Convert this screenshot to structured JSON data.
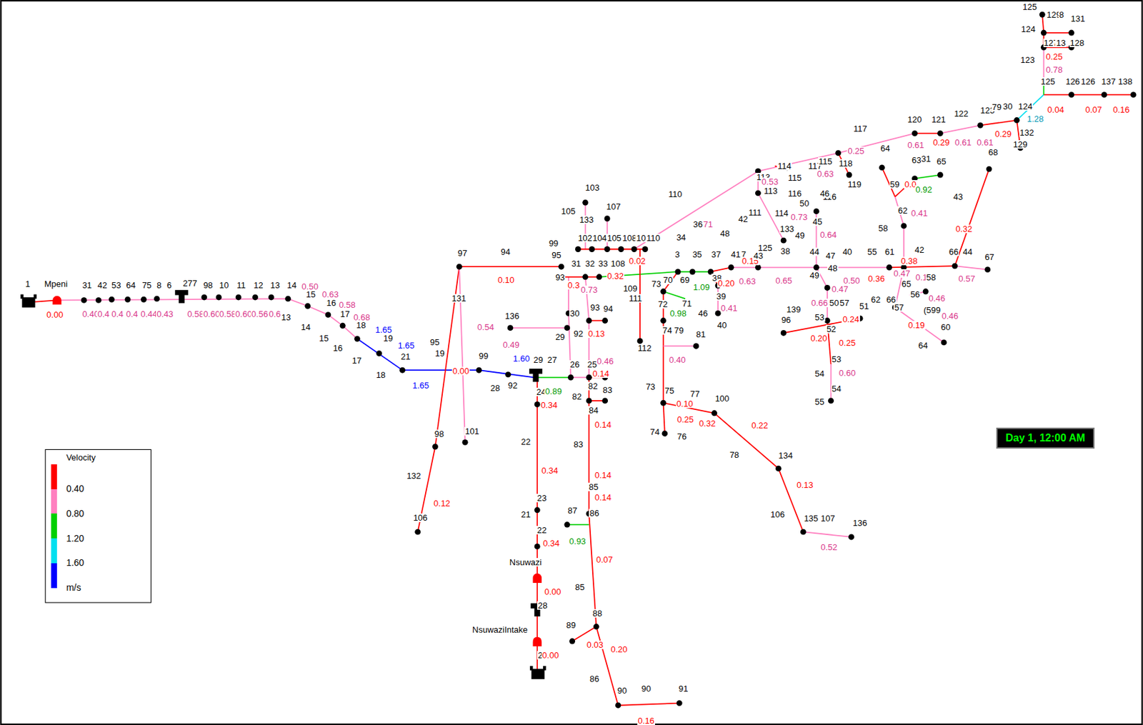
{
  "diagram": {
    "nodes": [
      {
        "text": [
          "Day 1, 12:00 AM"
        ]
      }
    ],
    "labels": [
      "1",
      "Mpeni",
      "0.00",
      "31",
      "42",
      "53",
      "64",
      "75",
      "8",
      "6",
      "277",
      "98",
      "10",
      "11",
      "12",
      "13",
      "14",
      "0.40",
      "0.4",
      "0.4",
      "0.4",
      "0.44",
      "0.43",
      "0.58",
      "0.60",
      "0.58",
      "0.60",
      "0.56",
      "0.6",
      "0.50",
      "0.63",
      "0.58",
      "0.68",
      "15",
      "16",
      "17",
      "18",
      "1.65",
      "19",
      "1.65",
      "21",
      "13",
      "14",
      "15",
      "16",
      "17",
      "18",
      "1.65",
      "0.00",
      "99",
      "28",
      "92",
      "1.60",
      "29",
      "27",
      "24",
      "0.89",
      "0.34",
      "97",
      "94",
      "0.10",
      "131",
      "0.54",
      "95",
      "19",
      "98",
      "132",
      "0.12",
      "106",
      "101",
      "22",
      "0.34",
      "23",
      "21",
      "22",
      "0.34",
      "Nsuwazi",
      "0.00",
      "28",
      "NsuwaziIntake",
      "2",
      "0.00",
      "136",
      "0.49",
      "30",
      "29",
      "92",
      "93",
      "94",
      "0.13",
      "0.46",
      "26",
      "25",
      "0.14",
      "82",
      "83",
      "82",
      "84",
      "0.14",
      "83",
      "0.14",
      "85",
      "0.14",
      "87",
      "86",
      "0.93",
      "0.07",
      "85",
      "88",
      "89",
      "0.03",
      "0.20",
      "86",
      "90",
      "90",
      "91",
      "0.16",
      "103",
      "107",
      "105",
      "133",
      "102",
      "104",
      "105",
      "108",
      "10",
      "110",
      "99",
      "95",
      "31",
      "32",
      "33",
      "93",
      "0.3",
      "0.73",
      "0.32",
      "108",
      "0.02",
      "109",
      "111",
      "112",
      "34",
      "36",
      "71",
      "3",
      "35",
      "37",
      "41",
      "7",
      "48",
      "42",
      "111",
      "73",
      "70",
      "69",
      "72",
      "71",
      "0.98",
      "1.09",
      "38",
      "0.20",
      "0.63",
      "0.15",
      "39",
      "0.41",
      "46",
      "40",
      "74",
      "79",
      "81",
      "0.40",
      "73",
      "75",
      "77",
      "100",
      "0.10",
      "0.25",
      "0.32",
      "74",
      "76",
      "0.22",
      "78",
      "134",
      "0.13",
      "106",
      "135",
      "107",
      "136",
      "0.52",
      "110",
      "113",
      "114",
      "115",
      "116",
      "117",
      "115",
      "118",
      "116",
      "119",
      "117",
      "0.25",
      "0.63",
      "0.53",
      "113",
      "114",
      "133",
      "38",
      "0.73",
      "50",
      "46",
      "45",
      "49",
      "0.64",
      "125",
      "43",
      "0.65",
      "44",
      "47",
      "40",
      "48",
      "49",
      "0.50",
      "0.47",
      "0.66",
      "50",
      "57",
      "51",
      "53",
      "0.24",
      "52",
      "0.20",
      "0.25",
      "53",
      "0.60",
      "54",
      "54",
      "55",
      "139",
      "96",
      "55",
      "61",
      "0.38",
      "0.36",
      "0.47",
      "42",
      "66",
      "44",
      "67",
      "0.57",
      "65",
      "0.17",
      "58",
      "62",
      "66",
      "56",
      "57",
      "(599",
      "0.46",
      "0.46",
      "0.19",
      "60",
      "64",
      "58",
      "62",
      "0.41",
      "59",
      "0.0",
      "63",
      "31",
      "65",
      "0.92",
      "64",
      "43",
      "0.32",
      "68",
      "120",
      "121",
      "122",
      "123",
      "79",
      "30",
      "124",
      "0.61",
      "0.29",
      "0.61",
      "0.61",
      "0.29",
      "1.28",
      "132",
      "129",
      "125",
      "129",
      "8",
      "131",
      "124",
      "127",
      "13",
      "128",
      "123",
      "0.25",
      "0.78",
      "125",
      "126",
      "126",
      "137",
      "138",
      "0.04",
      "0.07",
      "0.16",
      "Velocity"
    ],
    "legend": [
      {
        "text": "0.40",
        "color": "#ff0000"
      },
      {
        "text": "0.80",
        "color": "#ff80c0"
      },
      {
        "text": "1.20",
        "color": "#00d000"
      },
      {
        "text": "1.60",
        "color": "#00e0f0"
      },
      {
        "text": "m/s",
        "color": "#0000ff"
      }
    ]
  }
}
